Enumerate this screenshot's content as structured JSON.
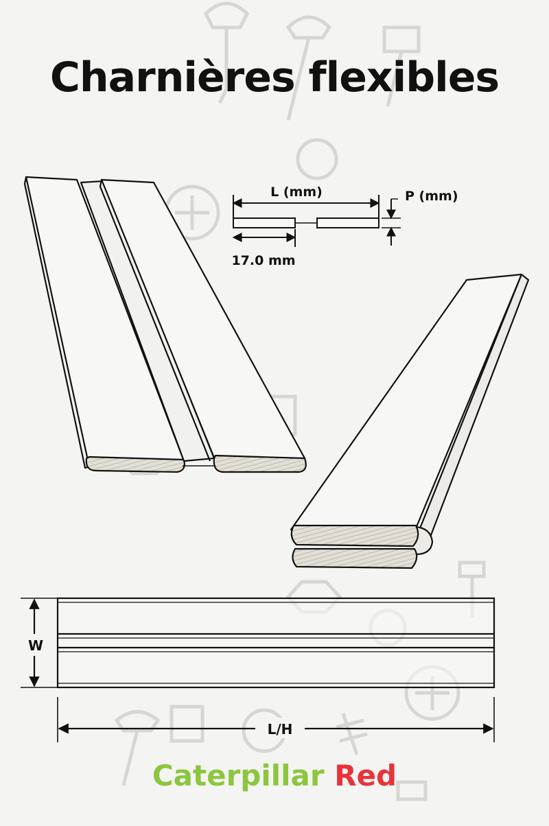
{
  "title": "Charnières flexibles",
  "dimensions": {
    "length": "L (mm)",
    "thickness": "P (mm)",
    "leaf_width": "17.0 mm",
    "width": "W",
    "total_length": "L/H"
  },
  "brand": {
    "word1": "Caterpillar",
    "word2": "Red",
    "color1": "#8cc63f",
    "color2": "#e8333a"
  },
  "colors": {
    "ink": "#111111",
    "background": "#f4f4f2",
    "watermark": "#d6d6d3",
    "edge_fill": "#e4dfd6"
  }
}
